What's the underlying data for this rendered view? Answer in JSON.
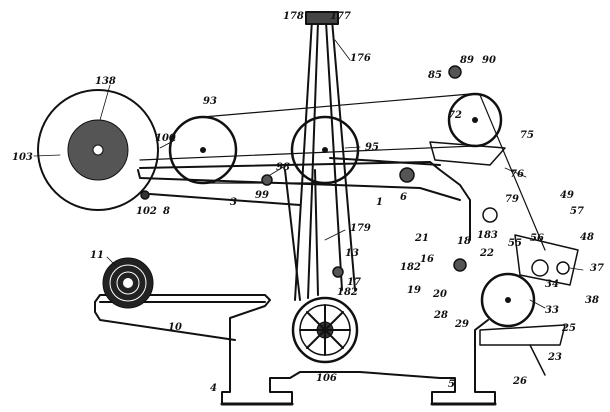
{
  "figure": {
    "labels": {
      "l178": "178",
      "l177": "177",
      "l176": "176",
      "l89": "89",
      "l90": "90",
      "l85": "85",
      "l138": "138",
      "l93": "93",
      "l95": "95",
      "l72": "72",
      "l75": "75",
      "l103": "103",
      "l100": "100",
      "l98": "98",
      "l99": "99",
      "l3": "3",
      "l8": "8",
      "l102": "102",
      "l1": "1",
      "l6": "6",
      "l76": "76",
      "l79": "79",
      "l49": "49",
      "l57": "57",
      "l48": "48",
      "l179": "179",
      "l13": "13",
      "l17": "17",
      "l11": "11",
      "l10": "10",
      "l21": "21",
      "l18": "18",
      "l183": "183",
      "l182a": "182",
      "l16": "16",
      "l19": "19",
      "l20": "20",
      "l22": "22",
      "l55": "55",
      "l56": "56",
      "l34": "34",
      "l37": "37",
      "l38": "38",
      "l28": "28",
      "l29": "29",
      "l182b": "182",
      "l33": "33",
      "l25": "25",
      "l23": "23",
      "l26": "26",
      "l106": "106",
      "l4": "4",
      "l5": "5"
    }
  }
}
